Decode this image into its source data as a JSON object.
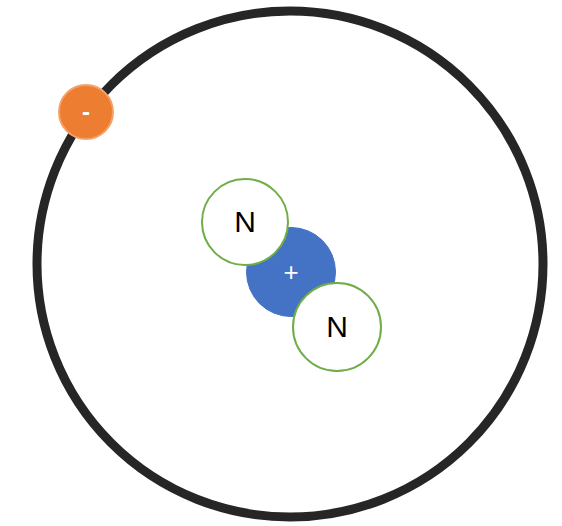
{
  "diagram": {
    "nodes": [
      {
        "text": [
          "-"
        ]
      },
      {
        "text": [
          "N"
        ]
      },
      {
        "text": [
          "+"
        ]
      },
      {
        "text": [
          "N"
        ]
      }
    ]
  }
}
